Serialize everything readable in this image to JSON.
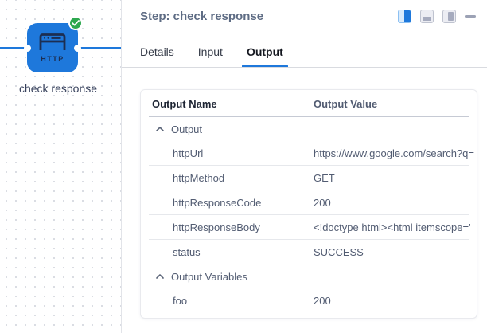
{
  "canvas": {
    "node": {
      "label": "check response",
      "type_label": "HTTP",
      "color": "#1E78DB",
      "status": "success"
    }
  },
  "panel": {
    "title": "Step: check response",
    "tabs": [
      {
        "label": "Details",
        "active": false
      },
      {
        "label": "Input",
        "active": false
      },
      {
        "label": "Output",
        "active": true
      }
    ],
    "window_controls": [
      "layout-split-left",
      "layout-split-bottom",
      "layout-split-right",
      "minimize"
    ],
    "table": {
      "columns": [
        "Output Name",
        "Output Value"
      ],
      "rows": [
        {
          "kind": "group",
          "name": "Output",
          "value": ""
        },
        {
          "kind": "item",
          "name": "httpUrl",
          "value": "https://www.google.com/search?q="
        },
        {
          "kind": "item",
          "name": "httpMethod",
          "value": "GET"
        },
        {
          "kind": "item",
          "name": "httpResponseCode",
          "value": "200"
        },
        {
          "kind": "item",
          "name": "httpResponseBody",
          "value": "<!doctype html><html itemscope='"
        },
        {
          "kind": "item",
          "name": "status",
          "value": "SUCCESS"
        },
        {
          "kind": "group",
          "name": "Output Variables",
          "value": ""
        },
        {
          "kind": "item",
          "name": "foo",
          "value": "200"
        }
      ]
    }
  },
  "colors": {
    "accent_blue": "#1E78DB",
    "success_green": "#2EA84F",
    "title_slate": "#5E6C84"
  }
}
